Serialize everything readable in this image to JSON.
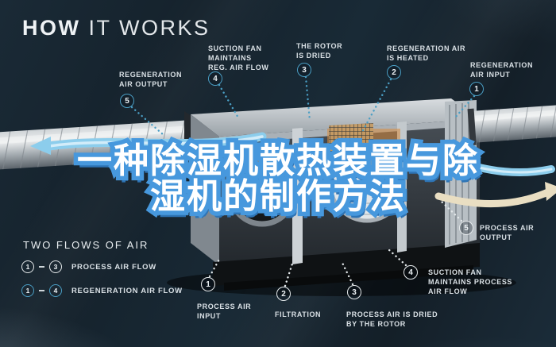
{
  "title": {
    "bold": "HOW",
    "light": " IT WORKS"
  },
  "overlay_title": {
    "line1": "一种除湿机散热装置与除",
    "line2": "湿机的制作方法"
  },
  "callouts": {
    "regeneration": [
      {
        "num": "1",
        "label": "REGENERATION AIR INPUT"
      },
      {
        "num": "2",
        "label": "REGENERATION AIR IS HEATED"
      },
      {
        "num": "3",
        "label": "THE ROTOR IS DRIED"
      },
      {
        "num": "4",
        "label": "SUCTION FAN MAINTAINS REG. AIR FLOW"
      },
      {
        "num": "5",
        "label": "REGENERATION AIR OUTPUT"
      }
    ],
    "process": [
      {
        "num": "1",
        "label": "PROCESS AIR INPUT"
      },
      {
        "num": "2",
        "label": "FILTRATION"
      },
      {
        "num": "3",
        "label": "PROCESS AIR IS DRIED BY THE ROTOR"
      },
      {
        "num": "4",
        "label": "SUCTION FAN MAINTAINS PROCESS AIR FLOW"
      },
      {
        "num": "5",
        "label": "PROCESS AIR OUTPUT"
      }
    ]
  },
  "legend": {
    "heading": "TWO FLOWS OF AIR",
    "rows": [
      {
        "from": "1",
        "to": "3",
        "label": "PROCESS AIR FLOW"
      },
      {
        "from": "1",
        "to": "4",
        "label": "REGENERATION AIR FLOW"
      }
    ]
  },
  "colors": {
    "background": "#16242e",
    "regeneration_accent": "#4a9ec4",
    "process_accent": "#e6eaec",
    "overlay_text_fill": "#ffffff",
    "overlay_text_outline": "#4798dd",
    "overlay_text_shadow": "#2e74b5",
    "flow_blue": "#8ccdec",
    "flow_cream": "#e9dec2",
    "heater_orange": "#de9a4c"
  }
}
